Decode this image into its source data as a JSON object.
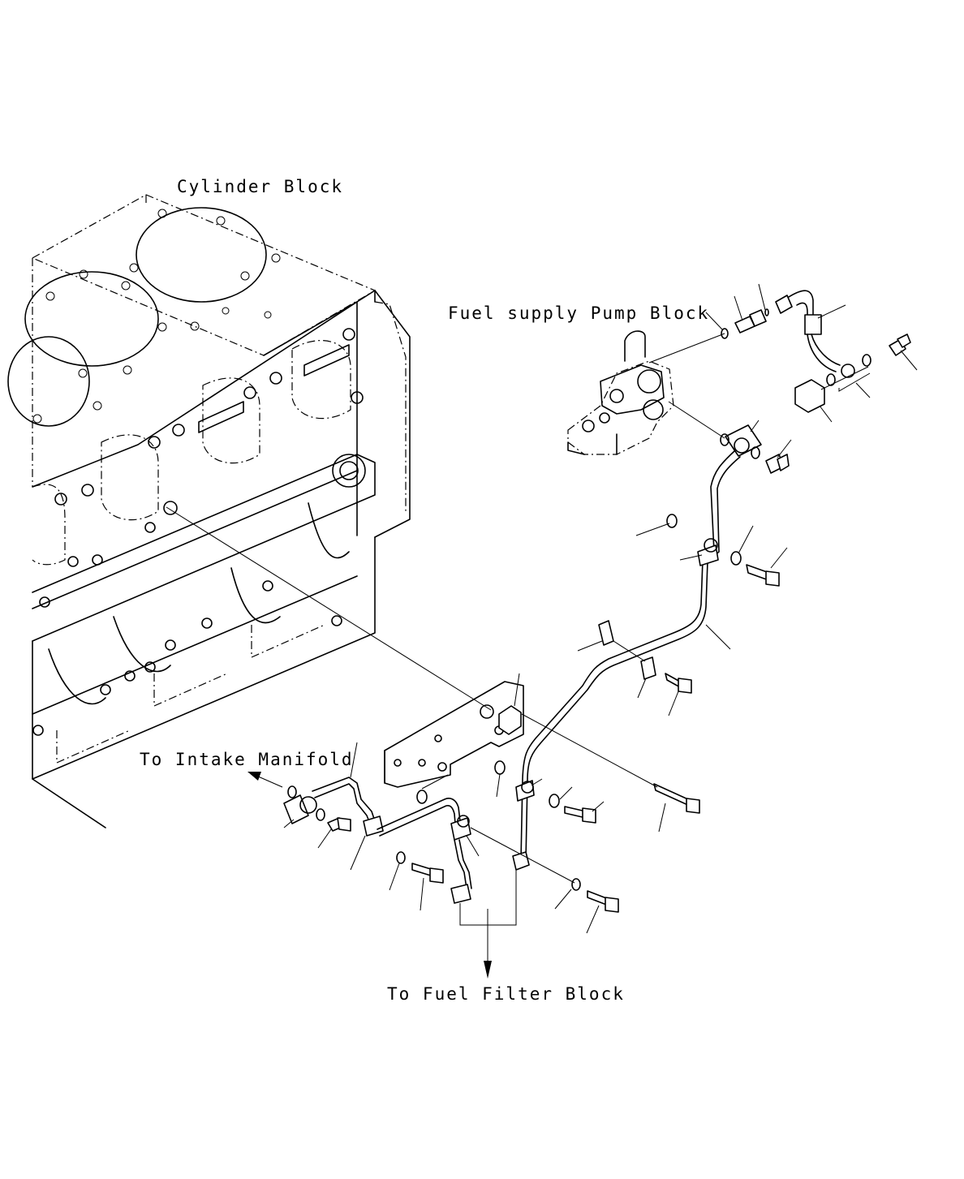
{
  "labels": {
    "cylinder_block": "Cylinder Block",
    "fuel_supply_pump_block": "Fuel supply Pump Block",
    "to_intake_manifold": "To Intake Manifold",
    "to_fuel_filter_block": "To Fuel Filter Block"
  }
}
